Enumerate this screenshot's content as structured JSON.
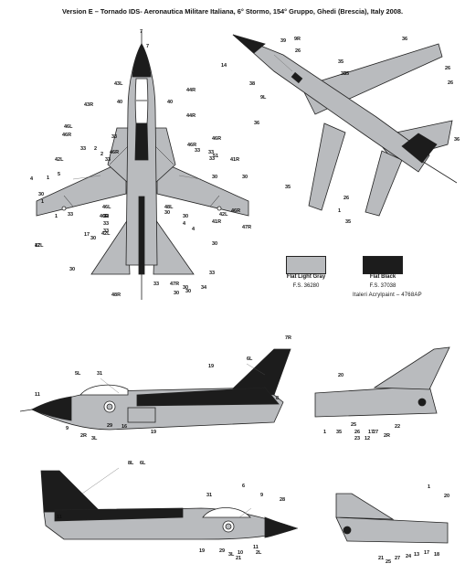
{
  "title": "Version E – Tornado IDS- Aeronautica Militare Italiana, 6° Stormo, 154° Gruppo, Ghedi (Brescia), Italy 2008.",
  "colors": {
    "flat_light_gray": "#b9bbbe",
    "flat_black": "#1c1c1c",
    "outline": "#222222"
  },
  "swatches": [
    {
      "name": "Flat Light Gray",
      "code": "F.S. 36280"
    },
    {
      "name": "Flat Black",
      "code": "F.S. 37038"
    }
  ],
  "paint_ref": "Italeri Acrylpaint – 4768AP",
  "top_view_labels": [
    "43L",
    "44R",
    "40",
    "43R",
    "44R",
    "40",
    "33",
    "46L",
    "46R",
    "46R",
    "33",
    "2",
    "46R",
    "51",
    "2",
    "46R",
    "33",
    "33",
    "33",
    "33",
    "42L",
    "41R",
    "5",
    "30",
    "1",
    "30",
    "30",
    "1",
    "33",
    "46R",
    "46L",
    "33",
    "33",
    "46R",
    "33",
    "48L",
    "30",
    "30",
    "4",
    "4",
    "30",
    "42L",
    "41R",
    "47R",
    "17",
    "17",
    "30",
    "30",
    "33",
    "33",
    "47R",
    "48R",
    "30",
    "34",
    "30"
  ],
  "top_view_marker_labels": [
    "7",
    "42L",
    "4",
    "1",
    "42L",
    "30"
  ],
  "bottom_view_labels": [
    "7",
    "14",
    "38",
    "39",
    "9L",
    "26",
    "9R",
    "36",
    "26",
    "35",
    "35",
    "36",
    "35",
    "26",
    "1",
    "35",
    "35",
    "36",
    "26"
  ],
  "side_left_labels": [
    "7R",
    "6L",
    "19",
    "31",
    "11",
    "5L",
    "8",
    "29",
    "2R",
    "3L",
    "16",
    "19",
    "9"
  ],
  "side_left_tail_labels": [
    "20",
    "35",
    "26",
    "17",
    "12",
    "23",
    "27",
    "22",
    "25",
    "1",
    "2R"
  ],
  "side_right_labels": [
    "8L",
    "6L",
    "11",
    "31",
    "28",
    "6",
    "9",
    "29",
    "3L",
    "10",
    "2L",
    "19",
    "11",
    "21"
  ],
  "side_right_tail_labels": [
    "1",
    "20",
    "21",
    "25",
    "27",
    "24",
    "13",
    "17",
    "18"
  ]
}
